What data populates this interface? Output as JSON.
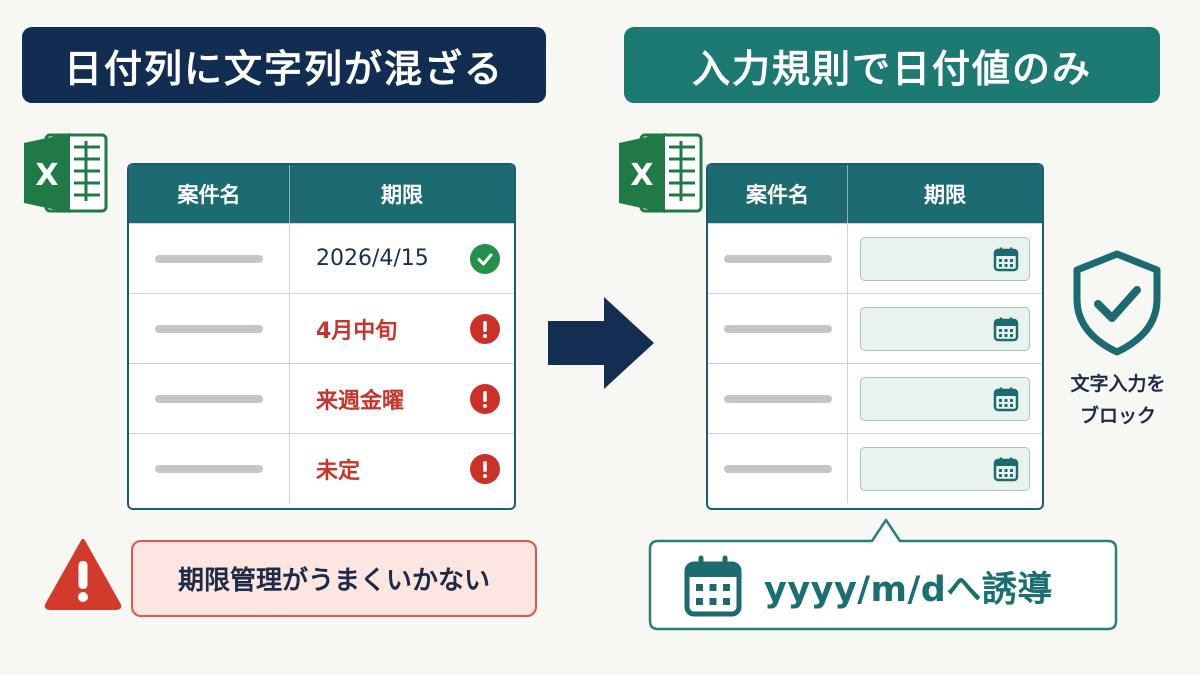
{
  "left": {
    "banner_title": "日付列に文字列が混ざる",
    "table": {
      "headers": [
        "案件名",
        "期限"
      ],
      "rows": [
        {
          "deadline": "2026/4/15",
          "status": "ok"
        },
        {
          "deadline": "4月中旬",
          "status": "error"
        },
        {
          "deadline": "来週金曜",
          "status": "error"
        },
        {
          "deadline": "未定",
          "status": "error"
        }
      ]
    },
    "warning_message": "期限管理がうまくいかない"
  },
  "right": {
    "banner_title": "入力規則で日付値のみ",
    "table": {
      "headers": [
        "案件名",
        "期限"
      ]
    },
    "shield_caption_line1": "文字入力を",
    "shield_caption_line2": "ブロック",
    "callout_text": "yyyy/m/dへ誘導"
  },
  "icons": {
    "excel": "excel-logo-icon",
    "ok": "check-circle-icon",
    "error": "exclamation-circle-icon",
    "calendar": "calendar-icon",
    "shield": "shield-check-icon",
    "warning": "warning-triangle-icon",
    "arrow": "arrow-right-icon"
  },
  "colors": {
    "navy": "#122d52",
    "teal": "#1c7a73",
    "error_red": "#c8342a",
    "ok_green": "#24914a"
  }
}
